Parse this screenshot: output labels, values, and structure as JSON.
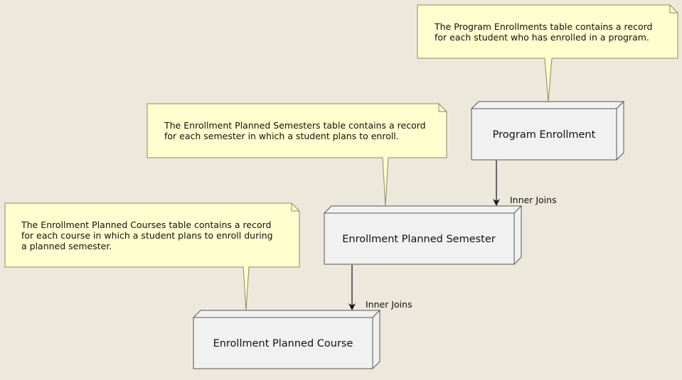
{
  "colors": {
    "background": "#ede8dc",
    "note_fill": "#fefece",
    "note_stroke": "#8a8a6a",
    "node_fill": "#f1f1f1",
    "node_stroke": "#555555",
    "edge": "#111111"
  },
  "nodes": {
    "program_enrollment": {
      "label": "Program Enrollment"
    },
    "enrollment_planned_semester": {
      "label": "Enrollment Planned Semester"
    },
    "enrollment_planned_course": {
      "label": "Enrollment Planned Course"
    }
  },
  "notes": {
    "program_enrollment": {
      "lines": [
        "The Program Enrollments table contains a record",
        "for each student who has enrolled in a program."
      ]
    },
    "enrollment_planned_semester": {
      "lines": [
        "The Enrollment Planned Semesters table contains a record",
        "for each semester in which a student plans to enroll."
      ]
    },
    "enrollment_planned_course": {
      "lines": [
        "The Enrollment Planned Courses table contains a record",
        "for each course in which a student plans to enroll during",
        "a planned semester."
      ]
    }
  },
  "edges": {
    "program_to_semester": {
      "label": "Inner Joins"
    },
    "semester_to_course": {
      "label": "Inner Joins"
    }
  }
}
